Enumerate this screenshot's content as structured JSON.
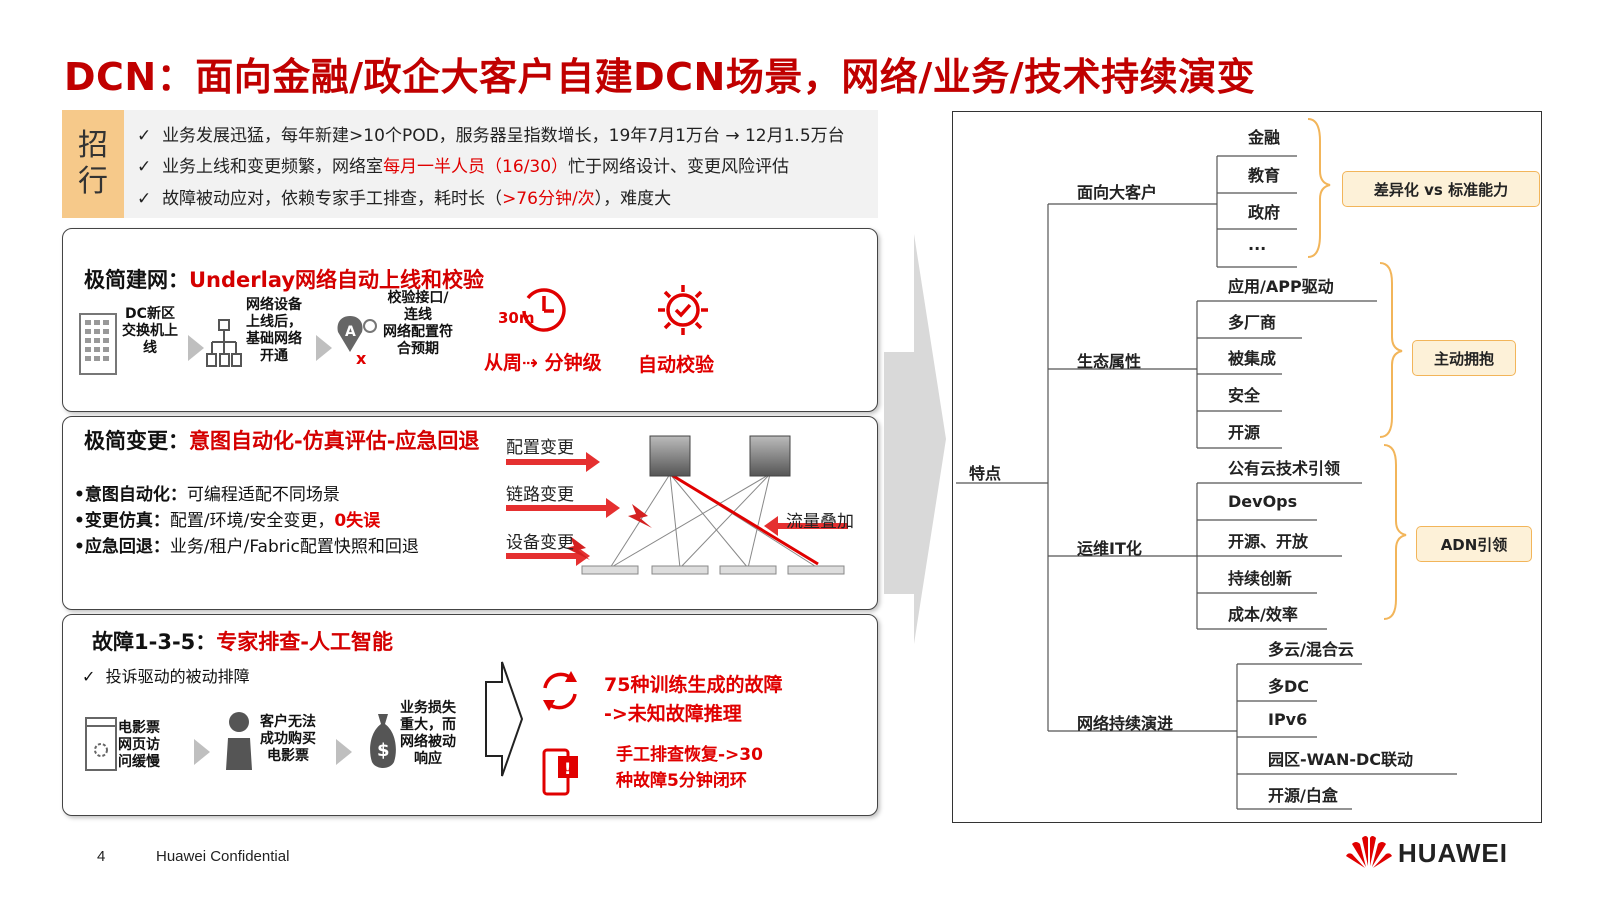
{
  "title": "DCN：面向金融/政企大客户自建DCN场景，网络/业务/技术持续演变",
  "banner": {
    "tag": [
      "招",
      "行"
    ],
    "lines": [
      {
        "pre": "业务发展迅猛，每年新建>10个POD，服务器呈指数增长，19年7月1万台 → 12月1.5万台",
        "red": "",
        "post": ""
      },
      {
        "pre": "业务上线和变更频繁，网络室",
        "red": "每月一半人员（16/30）",
        "post": "忙于网络设计、变更风险评估"
      },
      {
        "pre": "故障被动应对，依赖专家手工排查，耗时长（",
        "red": ">76分钟/次",
        "post": "），难度大"
      }
    ],
    "check": "✓"
  },
  "panel1": {
    "title_black": "极简建网：",
    "title_red": "Underlay网络自动上线和校验",
    "steps": [
      "DC新区\n交换机上\n线",
      "网络设备\n上线后，\n基础网络\n开通",
      "校验接口/\n连线\n网络配置符\n合预期"
    ],
    "clock_label": "30m",
    "from_week": "从周",
    "to_min": "分钟级",
    "auto_check": "自动校验"
  },
  "panel2": {
    "title_black": "极简变更：",
    "title_red": "意图自动化-仿真评估-应急回退",
    "bullets": [
      {
        "bold": "•意图自动化：",
        "text": "可编程适配不同场景",
        "red": ""
      },
      {
        "bold": "•变更仿真：",
        "text": "配置/环境/安全变更，",
        "red": "0失误"
      },
      {
        "bold": "•应急回退：",
        "text": "业务/租户/Fabric配置快照和回退",
        "red": ""
      }
    ],
    "change_labels": [
      "配置变更",
      "链路变更",
      "设备变更"
    ],
    "traffic_label": "流量叠加"
  },
  "panel3": {
    "title_black": "故障1-3-5：",
    "title_red": "专家排查-人工智能",
    "sub": "投诉驱动的被动排障",
    "check": "✓",
    "steps": [
      "电影票\n网页访\n问缓慢",
      "客户无法\n成功购买\n电影票",
      "业务损失\n重大，而\n网络被动\n响应"
    ],
    "result1": "75种训练生成的故障\n->未知故障推理",
    "result2": "手工排查恢复->30\n种故障5分钟闭环"
  },
  "tree": {
    "root": "特点",
    "branches": [
      {
        "label": "面向大客户",
        "leaves": [
          "金融",
          "教育",
          "政府",
          "..."
        ],
        "tag": "差异化 vs 标准能力"
      },
      {
        "label": "生态属性",
        "leaves": [
          "应用/APP驱动",
          "多厂商",
          "被集成",
          "安全",
          "开源"
        ],
        "tag": "主动拥抱"
      },
      {
        "label": "运维IT化",
        "leaves": [
          "公有云技术引领",
          "DevOps",
          "开源、开放",
          "持续创新",
          "成本/效率"
        ],
        "tag": "ADN引领"
      },
      {
        "label": "网络持续演进",
        "leaves": [
          "多云/混合云",
          "多DC",
          "IPv6",
          "园区-WAN-DC联动",
          "开源/白盒"
        ],
        "tag": ""
      }
    ]
  },
  "footer": {
    "page": "4",
    "confidential": "Huawei Confidential",
    "brand": "HUAWEI"
  },
  "colors": {
    "accent": "#c00000",
    "red": "#e00000",
    "tag_bg": "#f6c98a",
    "hl_border": "#f2b55a"
  }
}
